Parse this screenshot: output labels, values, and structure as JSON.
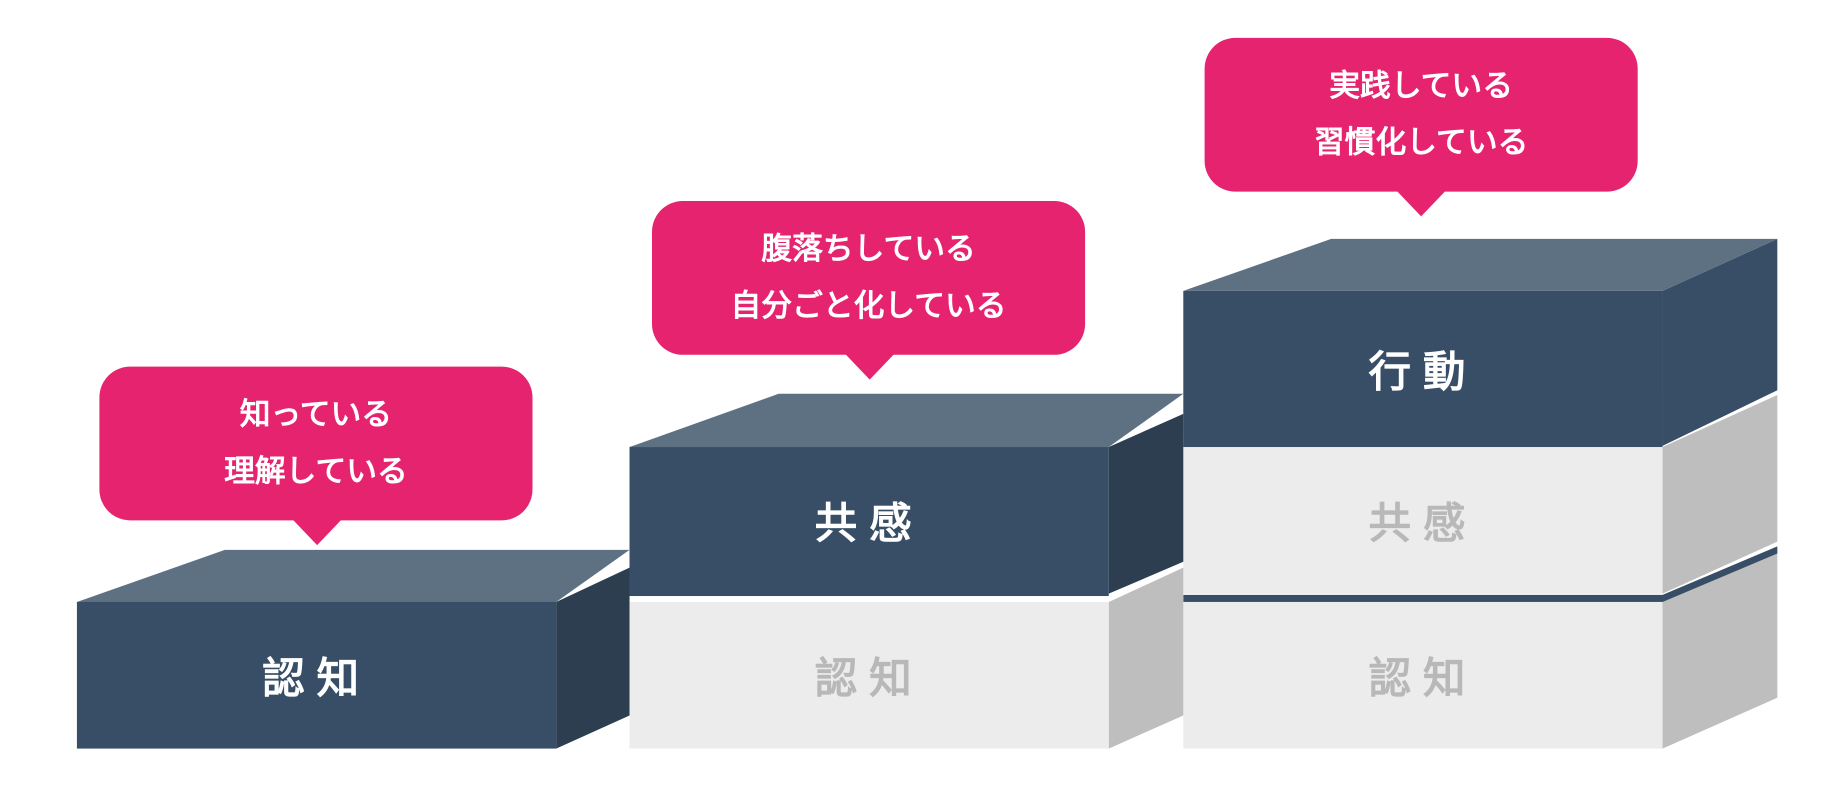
{
  "colors": {
    "accent": "#e6236e",
    "front_dark": "#374e66",
    "top": "#5e7183",
    "side_dark": "#2c3e50",
    "front_light": "#ececec",
    "side_light": "#bebebe"
  },
  "columns": [
    {
      "blocks": [
        {
          "label": "認知",
          "active": true
        }
      ],
      "bubble": [
        "知っている",
        "理解している"
      ]
    },
    {
      "blocks": [
        {
          "label": "認知",
          "active": false
        },
        {
          "label": "共感",
          "active": true
        }
      ],
      "bubble": [
        "腹落ちしている",
        "自分ごと化している"
      ]
    },
    {
      "blocks": [
        {
          "label": "認知",
          "active": false
        },
        {
          "label": "共感",
          "active": false
        },
        {
          "label": "行動",
          "active": true
        }
      ],
      "bubble": [
        "実践している",
        "習慣化している"
      ]
    }
  ]
}
